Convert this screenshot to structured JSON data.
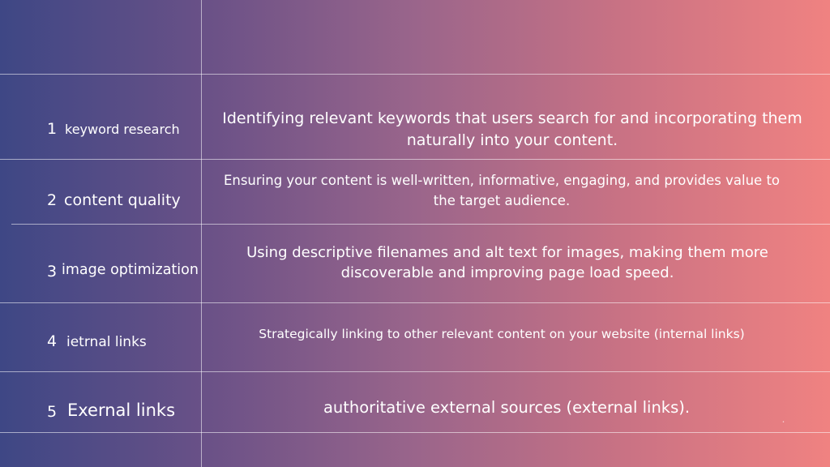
{
  "rows": [
    {
      "number": "1",
      "label": "keyword research",
      "description": "Identifying relevant keywords that users search for and incorporating them naturally into your content."
    },
    {
      "number": "2",
      "label": "content quality",
      "description": "Ensuring your content is well-written, informative, engaging, and provides value to the target audience."
    },
    {
      "number": "3",
      "label": "image optimization",
      "description": "Using descriptive filenames and alt text for images, making them more discoverable and improving page load speed."
    },
    {
      "number": "4",
      "label": "ietrnal links",
      "description": "Strategically linking to other relevant content on your website (internal links)"
    },
    {
      "number": "5",
      "label": "Exernal links",
      "description": "authoritative external sources (external links)."
    }
  ],
  "colors": {
    "gradient_left": "#3e4785",
    "gradient_right": "#f08281",
    "text": "#ffffff"
  }
}
